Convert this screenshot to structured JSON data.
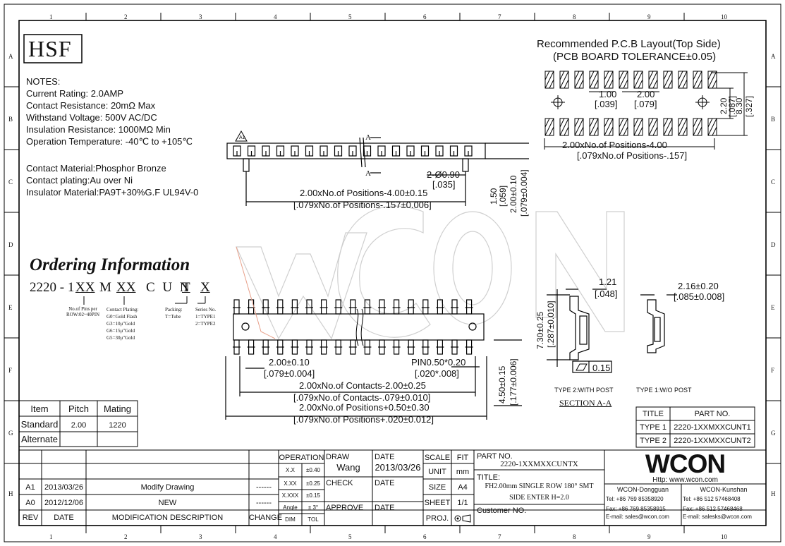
{
  "ruler": {
    "top": [
      "1",
      "2",
      "3",
      "4",
      "5",
      "6",
      "7",
      "8",
      "9",
      "10"
    ],
    "side": [
      "A",
      "B",
      "C",
      "D",
      "E",
      "F",
      "G",
      "H"
    ]
  },
  "brand": {
    "hsf": "HSF",
    "wcon": "WCON",
    "website": "Http: www.wcon.com"
  },
  "notes": {
    "heading": "NOTES:",
    "lines": [
      "Current Rating: 2.0AMP",
      "Contact Resistance: 20mΩ Max",
      "Withstand Voltage: 500V AC/DC",
      "Insulation Resistance: 1000MΩ Min",
      "Operation Temperature: -40℃ to +105℃"
    ],
    "material": [
      "Contact Material:Phosphor Bronze",
      "Contact plating:Au over Ni",
      "Insulator Material:PA9T+30%G.F UL94V-0"
    ]
  },
  "ordering": {
    "title": "Ordering Information",
    "code": [
      "2220 - 1",
      "XX",
      "M",
      "XX",
      "C U N",
      "T",
      "X"
    ],
    "pins": [
      "No.of Pins per",
      "ROW:02~40PIN"
    ],
    "plating": [
      "Contact Plating:",
      "G0=Gold Flash",
      "G3=10μ\"Gold",
      "G6=15μ\"Gold",
      "G5=30μ\"Gold"
    ],
    "packing": [
      "Packing:",
      "T=Tube"
    ],
    "series": [
      "Series No.",
      "1=TYPE1",
      "2=TYPE2"
    ]
  },
  "pcb": {
    "title": "Recommended P.C.B Layout(Top Side)",
    "subtitle": "(PCB BOARD TOLERANCE±0.05)",
    "d_pitch": "1.00",
    "d_pitch_in": "[.039]",
    "d_row": "2.00",
    "d_row_in": "[.079]",
    "d_h1": "2.20",
    "d_h1_in": "[.087]",
    "d_h2": "8.30",
    "d_h2_in": "[.327]",
    "d_len": "2.00xNo.of Positions-4.00",
    "d_len_in": "[.079xNo.of Positions-.157]"
  },
  "top_view": {
    "label_a": "A",
    "label_a2": "A",
    "warning": "A1",
    "hole": "2-Ø0.90",
    "hole_in": "[.035]",
    "len": "2.00xNo.of Positions-4.00±0.15",
    "len_in": "[.079xNo.of Positions-.157±0.006]",
    "h1": "1.50",
    "h1_in": "[.059]",
    "h2": "2.00±0.10",
    "h2_in": "[.079±0.004]"
  },
  "front_view": {
    "pitch": "2.00±0.10",
    "pitch_in": "[.079±0.004]",
    "pin": "PIN0.50*0.20",
    "pin_in": "[.020*.008]",
    "contacts": "2.00xNo.of Contacts-2.00±0.25",
    "contacts_in": "[.079xNo.of Contacts-.079±0.010]",
    "positions": "2.00xNo.of Positions+0.50±0.30",
    "positions_in": "[.079xNo.of Positions+.020±0.012]",
    "height": "4.50±0.15",
    "height_in": "[.177±0.006]"
  },
  "section": {
    "d1": "1.21",
    "d1_in": "[.048]",
    "d2": "2.16±0.20",
    "d2_in": "[.085±0.008]",
    "h": "7.30±0.25",
    "h_in": "[.287±0.010]",
    "flat": "0.15",
    "type2": "TYPE 2:WITH POST",
    "type1": "TYPE 1:W/O POST",
    "name": "SECTION A-A"
  },
  "spec_table": {
    "headers": [
      "Item",
      "Pitch",
      "Mating"
    ],
    "rows": [
      [
        "Standard",
        "2.00",
        "1220"
      ],
      [
        "Alternate",
        "",
        ""
      ]
    ]
  },
  "part_table": {
    "headers": [
      "TITLE",
      "PART NO."
    ],
    "rows": [
      [
        "TYPE 1",
        "2220-1XXMXXCUNT1"
      ],
      [
        "TYPE 2",
        "2220-1XXMXXCUNT2"
      ]
    ]
  },
  "revisions": {
    "headers": [
      "REV",
      "DATE",
      "MODIFICATION DESCRIPTION",
      "CHANGE"
    ],
    "rows": [
      [
        "A1",
        "2013/03/26",
        "Modify Drawing",
        "------"
      ],
      [
        "A0",
        "2012/12/06",
        "NEW",
        "------"
      ]
    ]
  },
  "tolerance": {
    "header": "OPERATION",
    "rows": [
      [
        "X.X",
        "±0.40"
      ],
      [
        "X.XX",
        "±0.25"
      ],
      [
        "X.XXX",
        "±0.15"
      ],
      [
        "Angle",
        "± 3°"
      ]
    ],
    "footer": [
      "DIM",
      "TOL"
    ]
  },
  "signoff": {
    "draw": "DRAW",
    "drawer": "Wang",
    "check": "CHECK",
    "approve": "APPROVE",
    "date": "DATE",
    "date_value": "2013/03/26"
  },
  "scale": {
    "scale": "SCALE",
    "fit": "FIT",
    "unit": "UNIT",
    "mm": "mm",
    "size": "SIZE",
    "a4": "A4",
    "sheet": "SHEET",
    "sheet_value": "1/1",
    "proj": "PROJ."
  },
  "title_block": {
    "part_no_label": "PART NO.",
    "part_no": "2220-1XXMXXCUNTX",
    "title_label": "TITLE:",
    "title_1": "FH2.00mm SINGLE ROW 180° SMT",
    "title_2": "SIDE ENTER H=2.0",
    "customer": "Customer NO."
  },
  "contacts": {
    "dg_name": "WCON-Dongguan",
    "dg_tel": "Tel: +86 769 85358920",
    "dg_fax": "Fax: +86 769 85358915",
    "dg_mail": "E-mail: sales@wcon.com",
    "ks_name": "WCON-Kunshan",
    "ks_tel": "Tel: +86 512 57468408",
    "ks_fax": "Fax: +86 512 57468468",
    "ks_mail": "E-mail: salesks@wcon.com"
  }
}
